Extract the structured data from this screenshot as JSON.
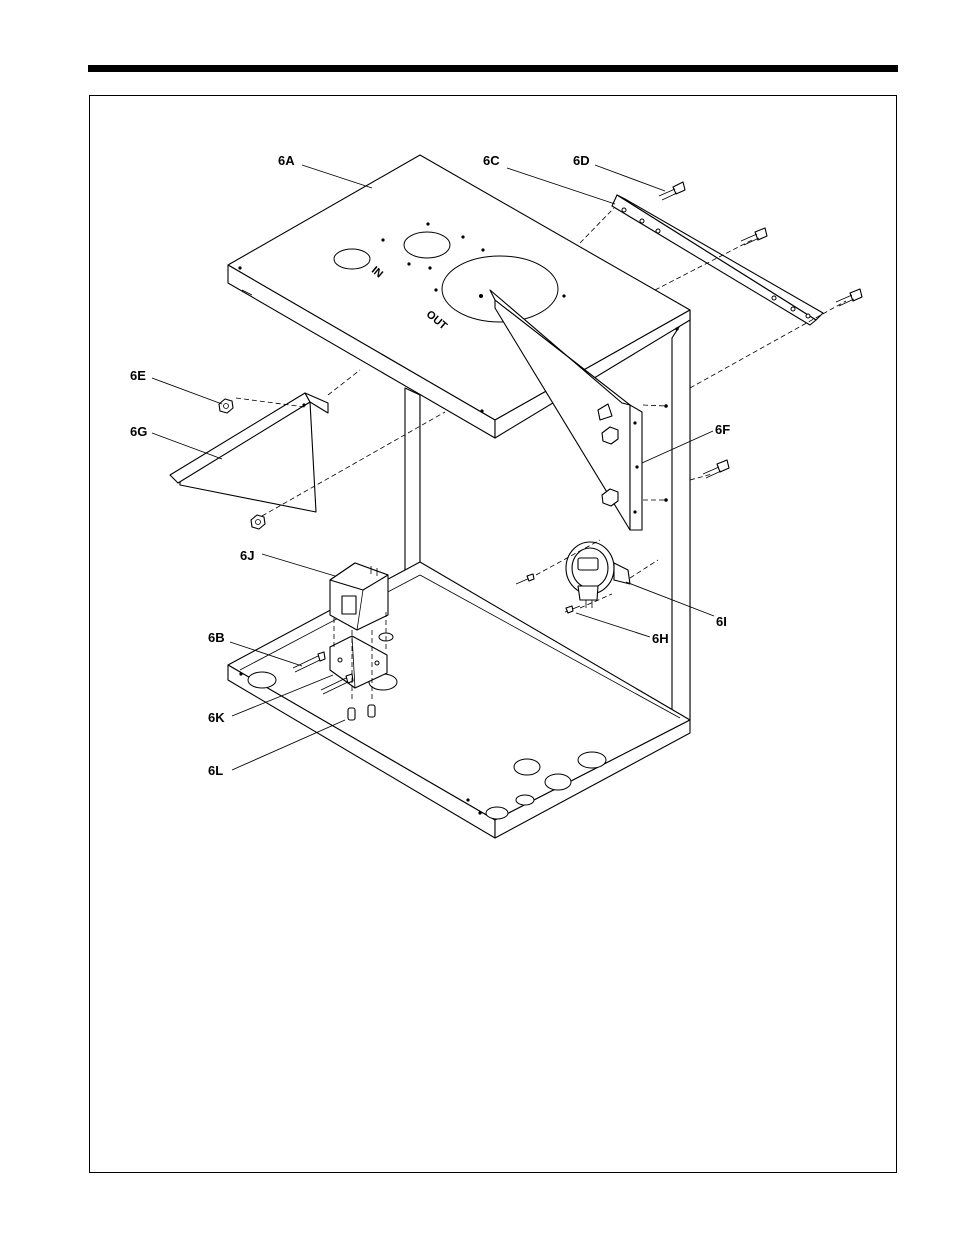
{
  "diagram": {
    "callouts": {
      "c6A": "6A",
      "c6B": "6B",
      "c6C": "6C",
      "c6D": "6D",
      "c6E": "6E",
      "c6F": "6F",
      "c6G": "6G",
      "c6H": "6H",
      "c6I": "6I",
      "c6J": "6J",
      "c6K": "6K",
      "c6L": "6L"
    },
    "engravings": {
      "inlet": "IN",
      "outlet": "OUT"
    }
  }
}
